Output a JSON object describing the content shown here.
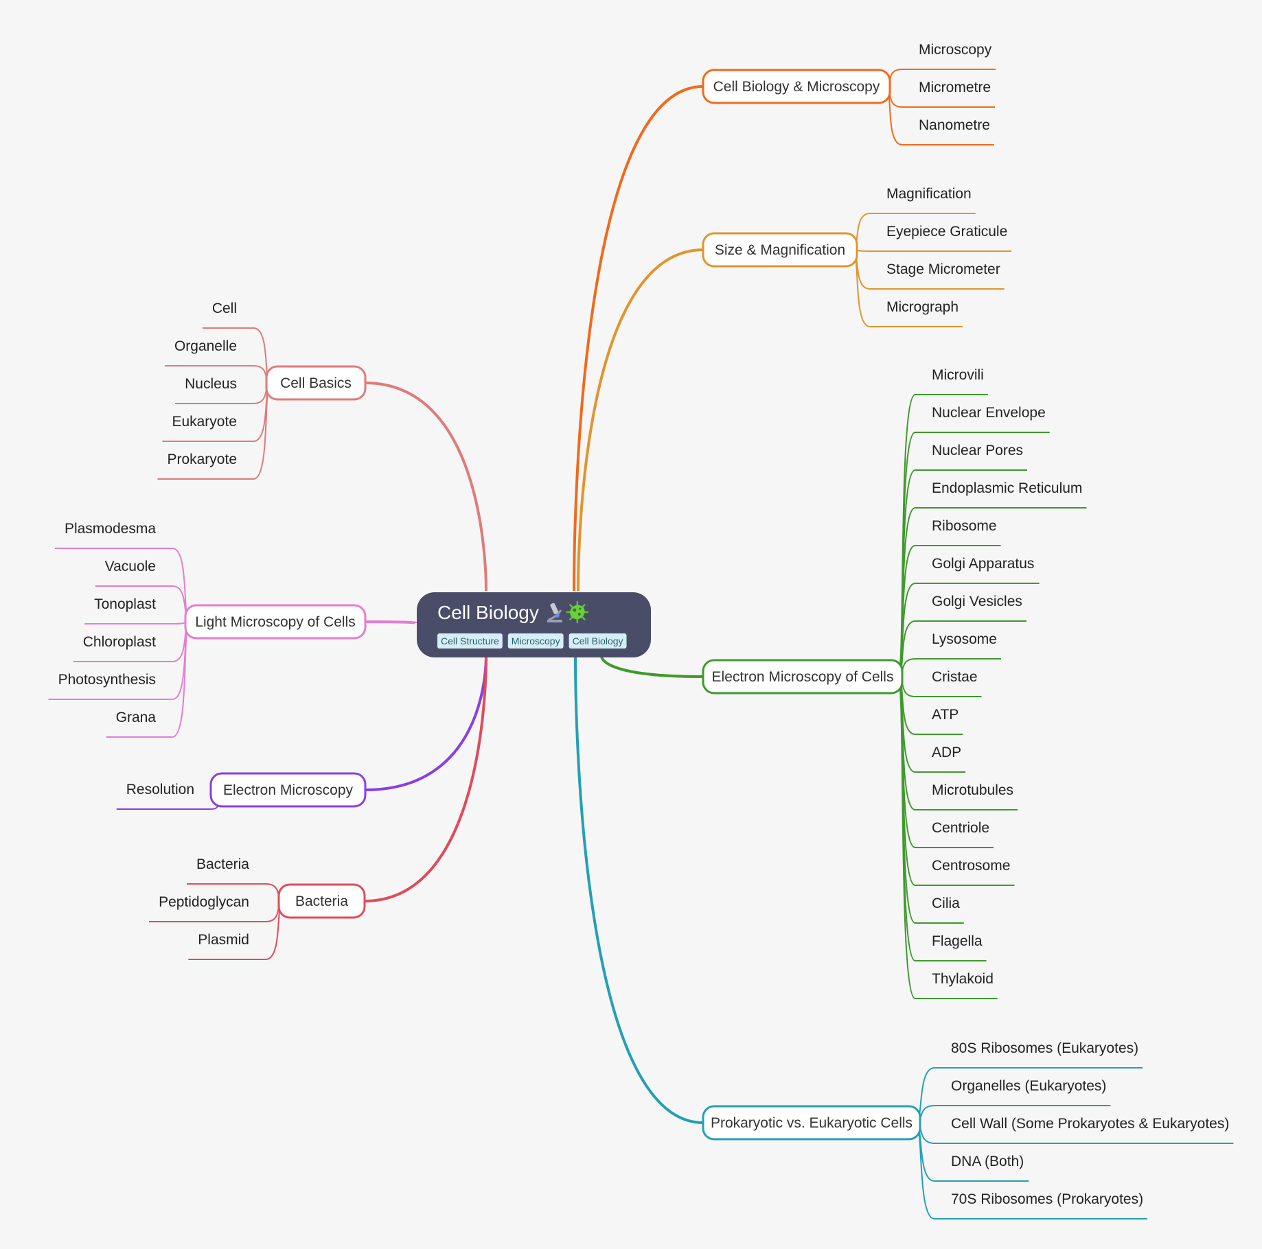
{
  "root": {
    "title": "Cell Biology",
    "tags": [
      "Cell Structure",
      "Microscopy",
      "Cell Biology"
    ],
    "icons": [
      "microscope-icon",
      "microbe-icon"
    ],
    "fill": "#4a4d68"
  },
  "branches": [
    {
      "id": "cell-biology-microscopy",
      "label": "Cell Biology & Microscopy",
      "side": "right",
      "color": "#f06a1b",
      "children": [
        "Microscopy",
        "Micrometre",
        "Nanometre"
      ]
    },
    {
      "id": "size-magnification",
      "label": "Size & Magnification",
      "side": "right",
      "color": "#e0952d",
      "children": [
        "Magnification",
        "Eyepiece Graticule",
        "Stage Micrometer",
        "Micrograph"
      ]
    },
    {
      "id": "electron-microscopy-of-cells",
      "label": "Electron Microscopy of Cells",
      "side": "right",
      "color": "#3e9a2c",
      "children": [
        "Microvili",
        "Nuclear Envelope",
        "Nuclear Pores",
        "Endoplasmic Reticulum",
        "Ribosome",
        "Golgi Apparatus",
        "Golgi Vesicles",
        "Lysosome",
        "Cristae",
        "ATP",
        "ADP",
        "Microtubules",
        "Centriole",
        "Centrosome",
        "Cilia",
        "Flagella",
        "Thylakoid"
      ]
    },
    {
      "id": "prokaryotic-vs-eukaryotic",
      "label": "Prokaryotic vs. Eukaryotic Cells",
      "side": "right",
      "color": "#22a0b4",
      "children": [
        "80S Ribosomes (Eukaryotes)",
        "Organelles (Eukaryotes)",
        "Cell Wall (Some Prokaryotes & Eukaryotes)",
        "DNA (Both)",
        "70S Ribosomes (Prokaryotes)"
      ]
    },
    {
      "id": "cell-basics",
      "label": "Cell Basics",
      "side": "left",
      "color": "#e07a7a",
      "children": [
        "Cell",
        "Organelle",
        "Nucleus",
        "Eukaryote",
        "Prokaryote"
      ]
    },
    {
      "id": "light-microscopy",
      "label": "Light Microscopy of Cells",
      "side": "left",
      "color": "#e57dd0",
      "children": [
        "Plasmodesma",
        "Vacuole",
        "Tonoplast",
        "Chloroplast",
        "Photosynthesis",
        "Grana"
      ]
    },
    {
      "id": "electron-microscopy",
      "label": "Electron Microscopy",
      "side": "left",
      "color": "#8a3fe0",
      "children": [
        "Resolution"
      ]
    },
    {
      "id": "bacteria",
      "label": "Bacteria",
      "side": "left",
      "color": "#e04b5b",
      "children": [
        "Bacteria",
        "Peptidoglycan",
        "Plasmid"
      ]
    }
  ]
}
